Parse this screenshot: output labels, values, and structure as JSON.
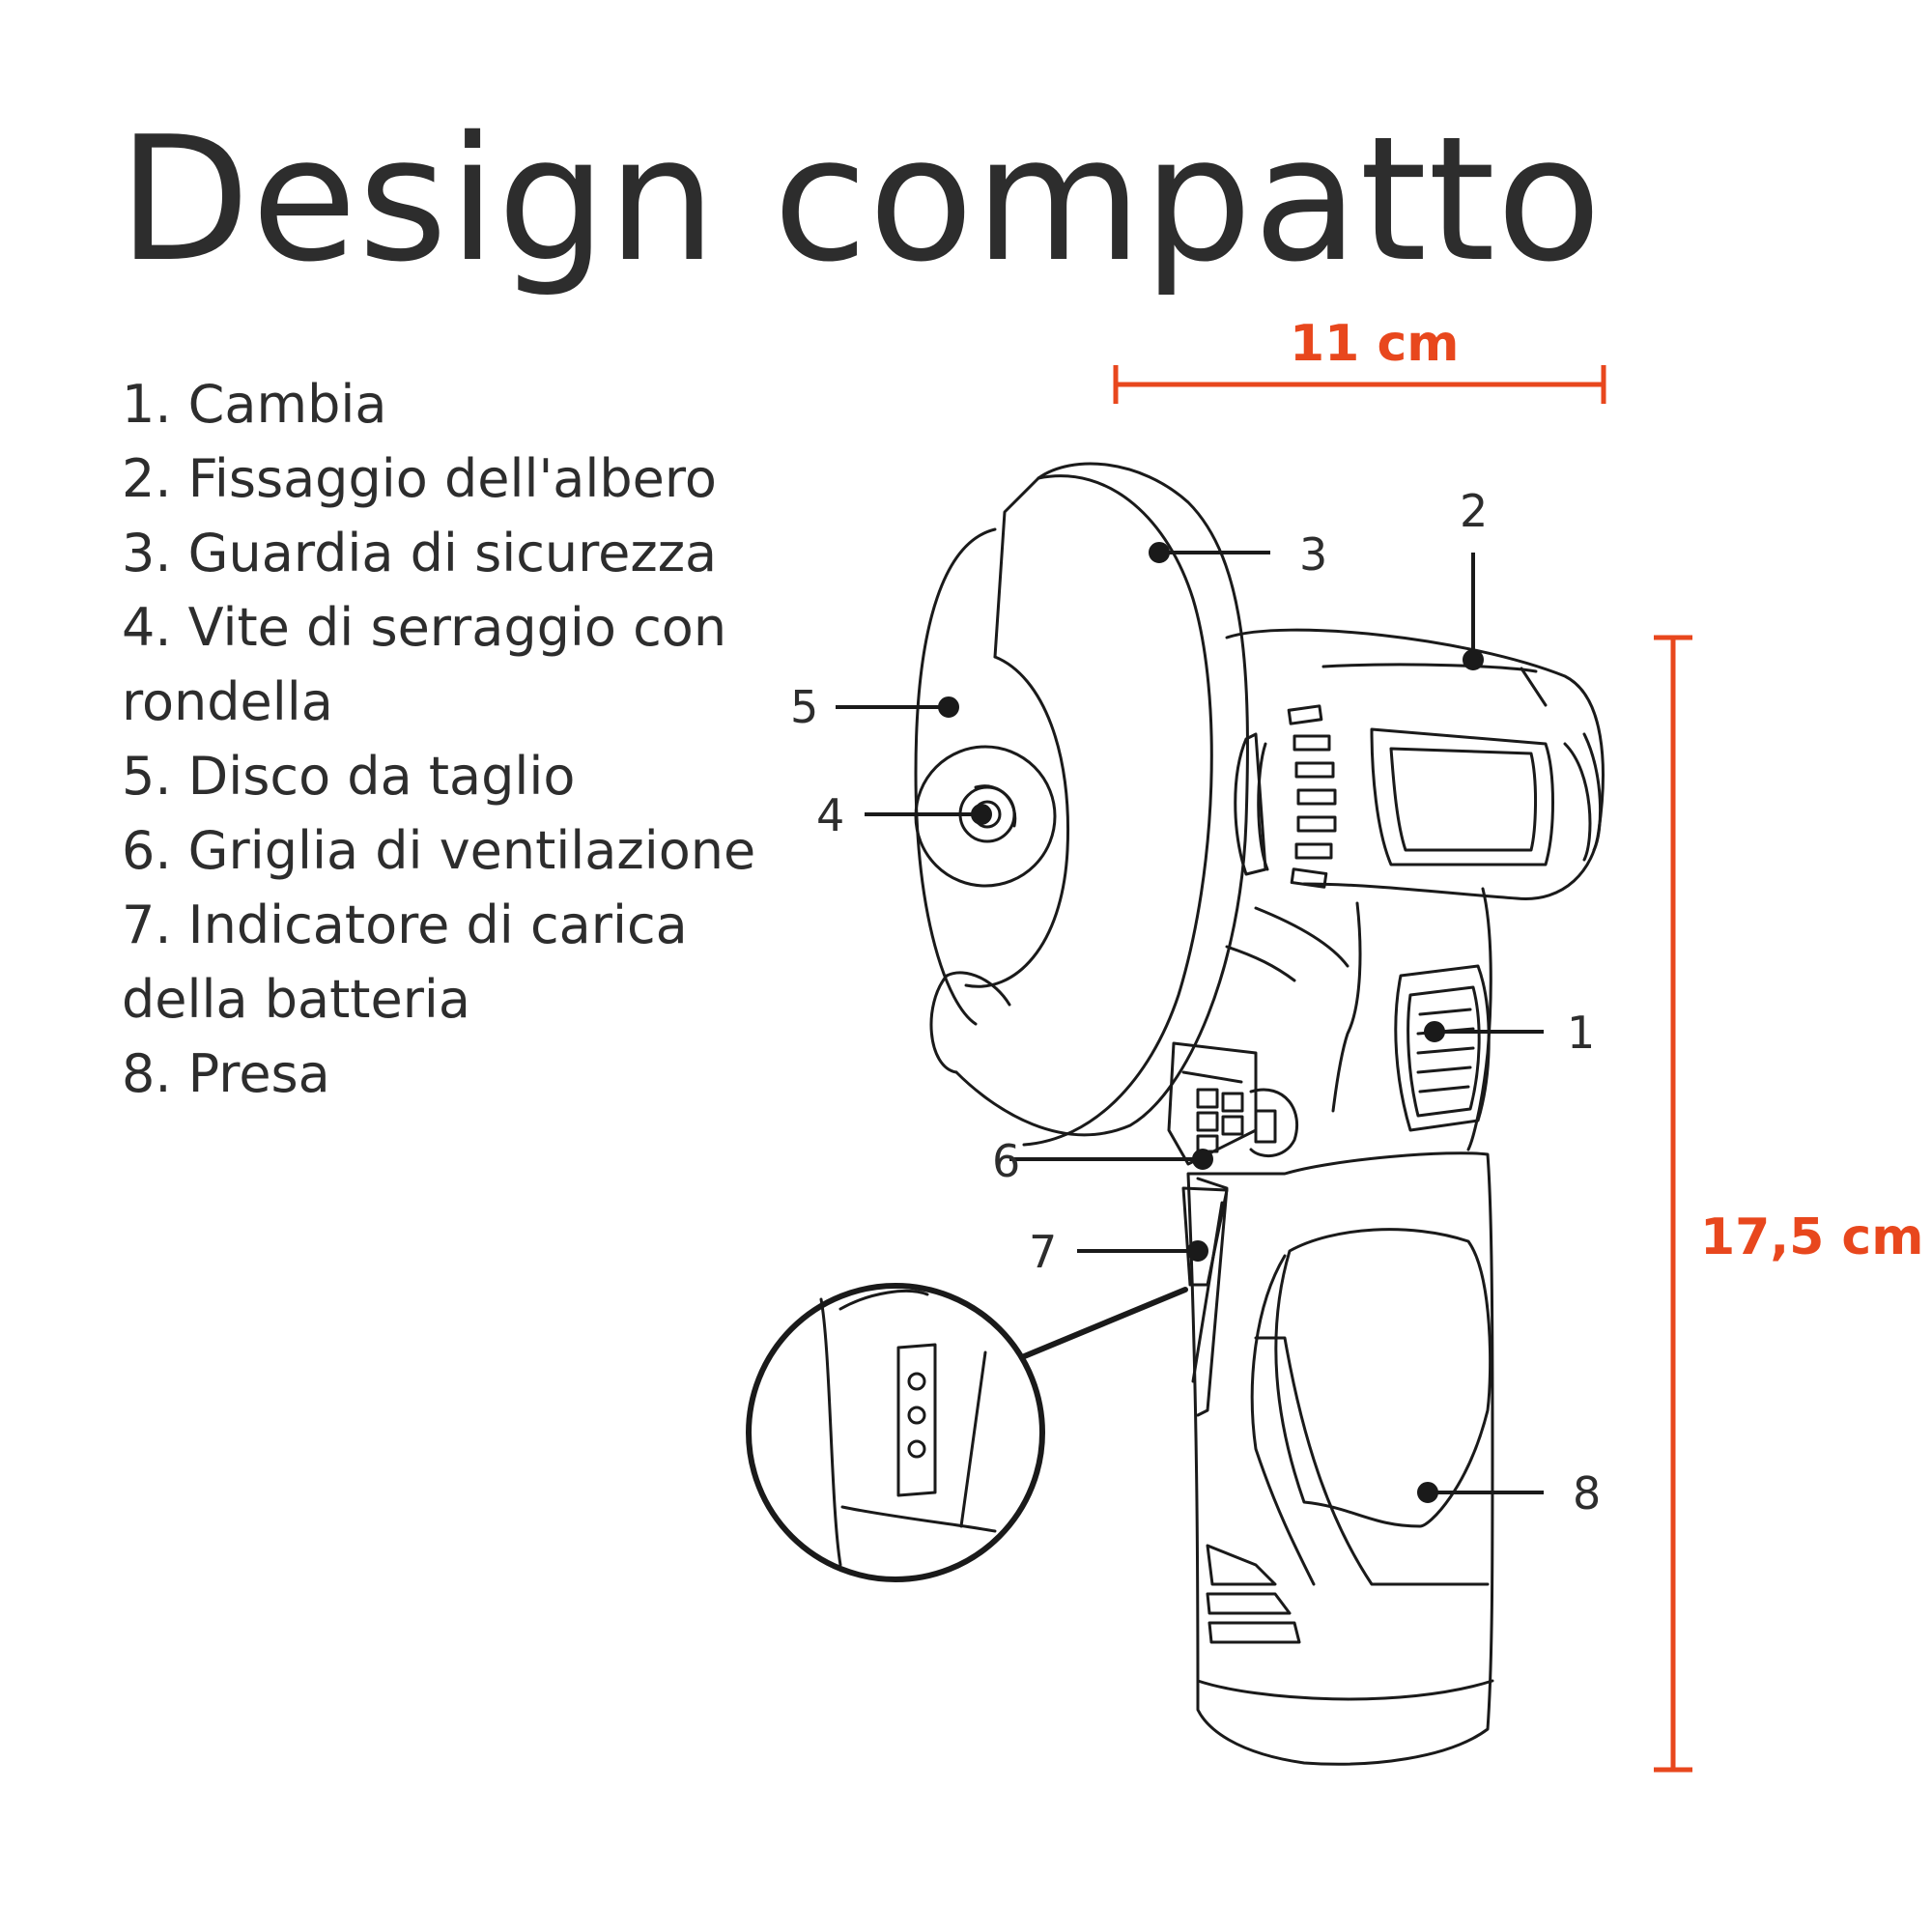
{
  "title": "Design compatto",
  "legend": [
    "1. Cambia",
    "2. Fissaggio dell'albero",
    "3. Guardia di sicurezza",
    "4. Vite di serraggio con rondella",
    "5. Disco da taglio",
    "6. Griglia di ventilazione",
    "7. Indicatore di carica della batteria",
    "8. Presa"
  ],
  "dimensions": {
    "width": "11 cm",
    "height": "17,5 cm"
  },
  "callouts": [
    "1",
    "2",
    "3",
    "4",
    "5",
    "6",
    "7",
    "8"
  ],
  "colors": {
    "text": "#2d2d2d",
    "accent": "#e8471d",
    "line": "#1a1a1a"
  }
}
